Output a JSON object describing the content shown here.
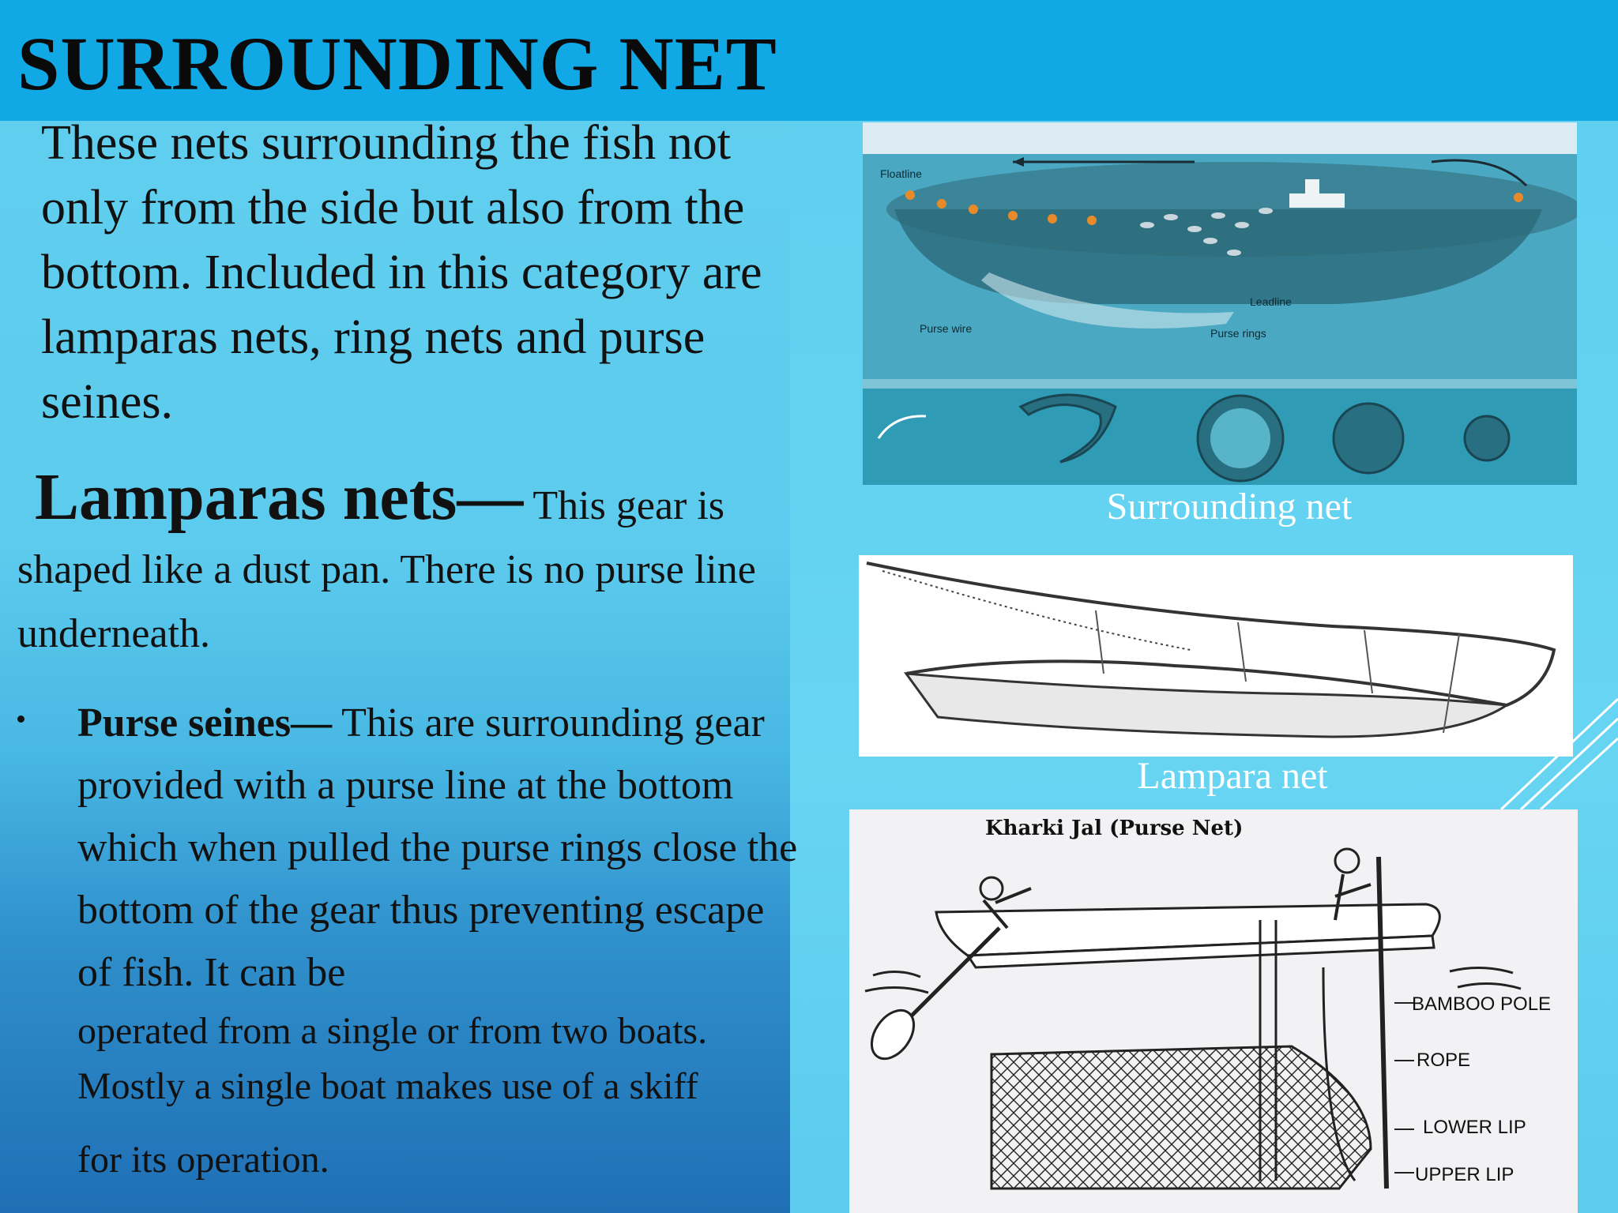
{
  "title": "SURROUNDING NET",
  "intro": "These nets surrounding the fish not only from the side but also from the bottom. Included in this category are lamparas nets, ring nets and purse seines.",
  "lamparas": {
    "lead": "Lamparas nets—",
    "text_start": " This gear is",
    "text_rest": "shaped like a dust pan. There is no purse line underneath."
  },
  "purse_seines": {
    "lead": "Purse seines—",
    "text_main": " This are surrounding gear provided with a purse line at the bottom which when pulled the purse rings close the bottom of the gear thus preventing escape of fish. It can be",
    "text_small": "operated from a single or from two boats. Mostly a single boat makes use of a skiff",
    "text_last": "for its operation."
  },
  "figures": {
    "surrounding": {
      "caption": "Surrounding net",
      "labels": {
        "floatline": "Floatline",
        "leadline": "Leadline",
        "purse_wire": "Purse wire",
        "purse_rings": "Purse rings"
      }
    },
    "lampara": {
      "caption": "Lampara net"
    },
    "kharki": {
      "title": "Kharki Jal (Purse Net)",
      "labels": {
        "bamboo_pole": "BAMBOO POLE",
        "rope": "ROPE",
        "lower_lip": "LOWER LIP",
        "upper_lip": "UPPER LIP"
      }
    }
  },
  "colors": {
    "header": "#11a8e6",
    "caption": "#ffffff"
  }
}
